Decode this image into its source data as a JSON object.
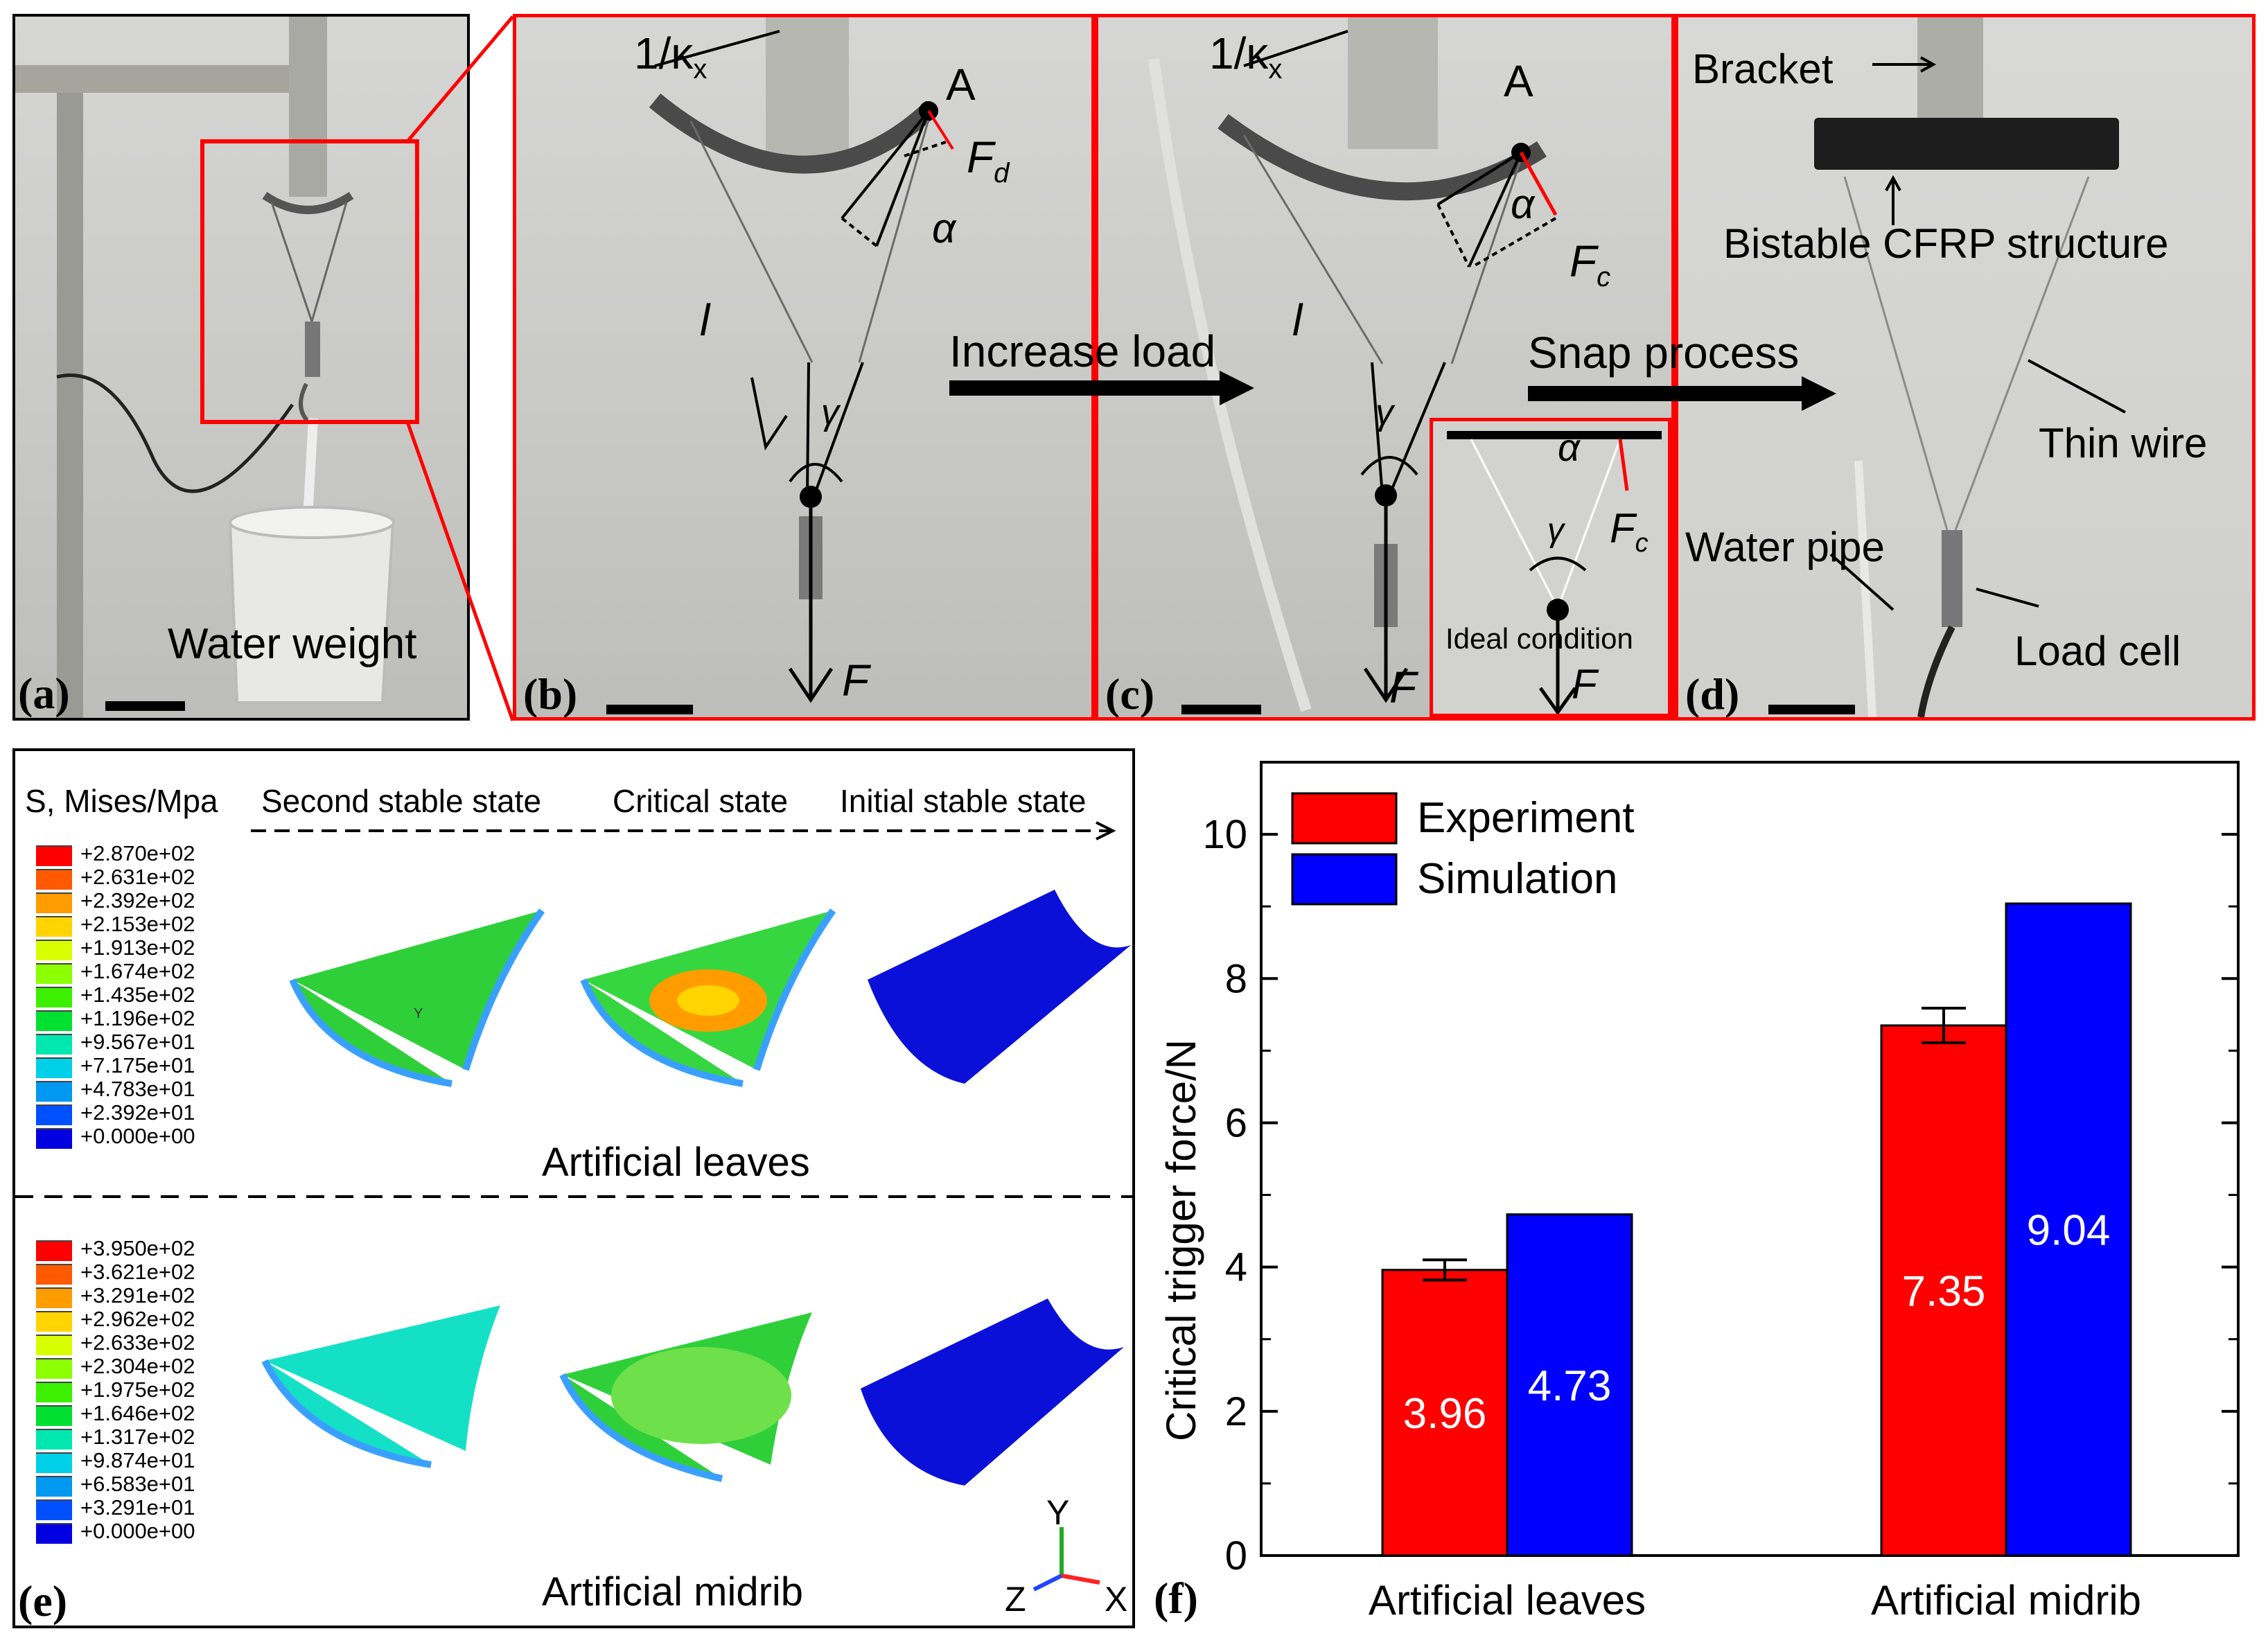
{
  "panels": {
    "a": {
      "label": "(a)",
      "water_weight": "Water weight"
    },
    "b": {
      "label": "(b)",
      "curv": "1/κ",
      "curv_sub": "x",
      "pointA": "A",
      "Fd": "F",
      "Fd_sub": "d",
      "alpha": "α",
      "l": "l",
      "gamma": "γ",
      "F": "F"
    },
    "c": {
      "label": "(c)",
      "curv": "1/κ",
      "curv_sub": "x",
      "pointA": "A",
      "Fc": "F",
      "Fc_sub": "c",
      "alpha": "α",
      "l": "l",
      "gamma": "γ",
      "F": "F",
      "inset": {
        "alpha": "α",
        "gamma": "γ",
        "Fc": "F",
        "Fc_sub": "c",
        "ideal": "Ideal condition",
        "F": "F"
      }
    },
    "d": {
      "label": "(d)",
      "bracket": "Bracket",
      "bistable": "Bistable CFRP structure",
      "thin_wire": "Thin wire",
      "water_pipe": "Water pipe",
      "load_cell": "Load cell"
    },
    "arrows": {
      "increase": "Increase load",
      "snap": "Snap process"
    },
    "e": {
      "label": "(e)",
      "smises": "S, Mises/Mpa",
      "states": [
        "Second stable state",
        "Critical state",
        "Initial stable state"
      ],
      "leaves_title": "Artificial leaves",
      "midrib_title": "Artificial midrib",
      "axes": {
        "y": "Y",
        "z": "Z",
        "x": "X"
      },
      "legend_leaves": [
        "+2.870e+02",
        "+2.631e+02",
        "+2.392e+02",
        "+2.153e+02",
        "+1.913e+02",
        "+1.674e+02",
        "+1.435e+02",
        "+1.196e+02",
        "+9.567e+01",
        "+7.175e+01",
        "+4.783e+01",
        "+2.392e+01",
        "+0.000e+00"
      ],
      "legend_midrib": [
        "+3.950e+02",
        "+3.621e+02",
        "+3.291e+02",
        "+2.962e+02",
        "+2.633e+02",
        "+2.304e+02",
        "+1.975e+02",
        "+1.646e+02",
        "+1.317e+02",
        "+9.874e+01",
        "+6.583e+01",
        "+3.291e+01",
        "+0.000e+00"
      ],
      "legend_colors": [
        "#ff0000",
        "#ff5a00",
        "#ff9c00",
        "#ffd400",
        "#d8ff00",
        "#8cff00",
        "#3cf000",
        "#00e030",
        "#00e8b0",
        "#00d0e8",
        "#0098f0",
        "#0050ff",
        "#0000e0"
      ]
    }
  },
  "chart_data": {
    "type": "bar",
    "label": "(f)",
    "categories": [
      "Artificial leaves",
      "Artificial midrib"
    ],
    "series": [
      {
        "name": "Experiment",
        "values": [
          3.96,
          7.35
        ],
        "errors": [
          0.14,
          0.24
        ],
        "color": "#ff0000"
      },
      {
        "name": "Simulation",
        "values": [
          4.73,
          9.04
        ],
        "color": "#0000ff"
      }
    ],
    "value_labels": [
      [
        "3.96",
        "7.35"
      ],
      [
        "4.73",
        "9.04"
      ]
    ],
    "ylabel": "Critical trigger force/N",
    "xlabel": "",
    "ylim": [
      0,
      11
    ],
    "yticks": [
      0,
      2,
      4,
      6,
      8,
      10
    ],
    "ytick_labels": [
      "0",
      "2",
      "4",
      "6",
      "8",
      "10"
    ],
    "legend_position": "top-left"
  }
}
